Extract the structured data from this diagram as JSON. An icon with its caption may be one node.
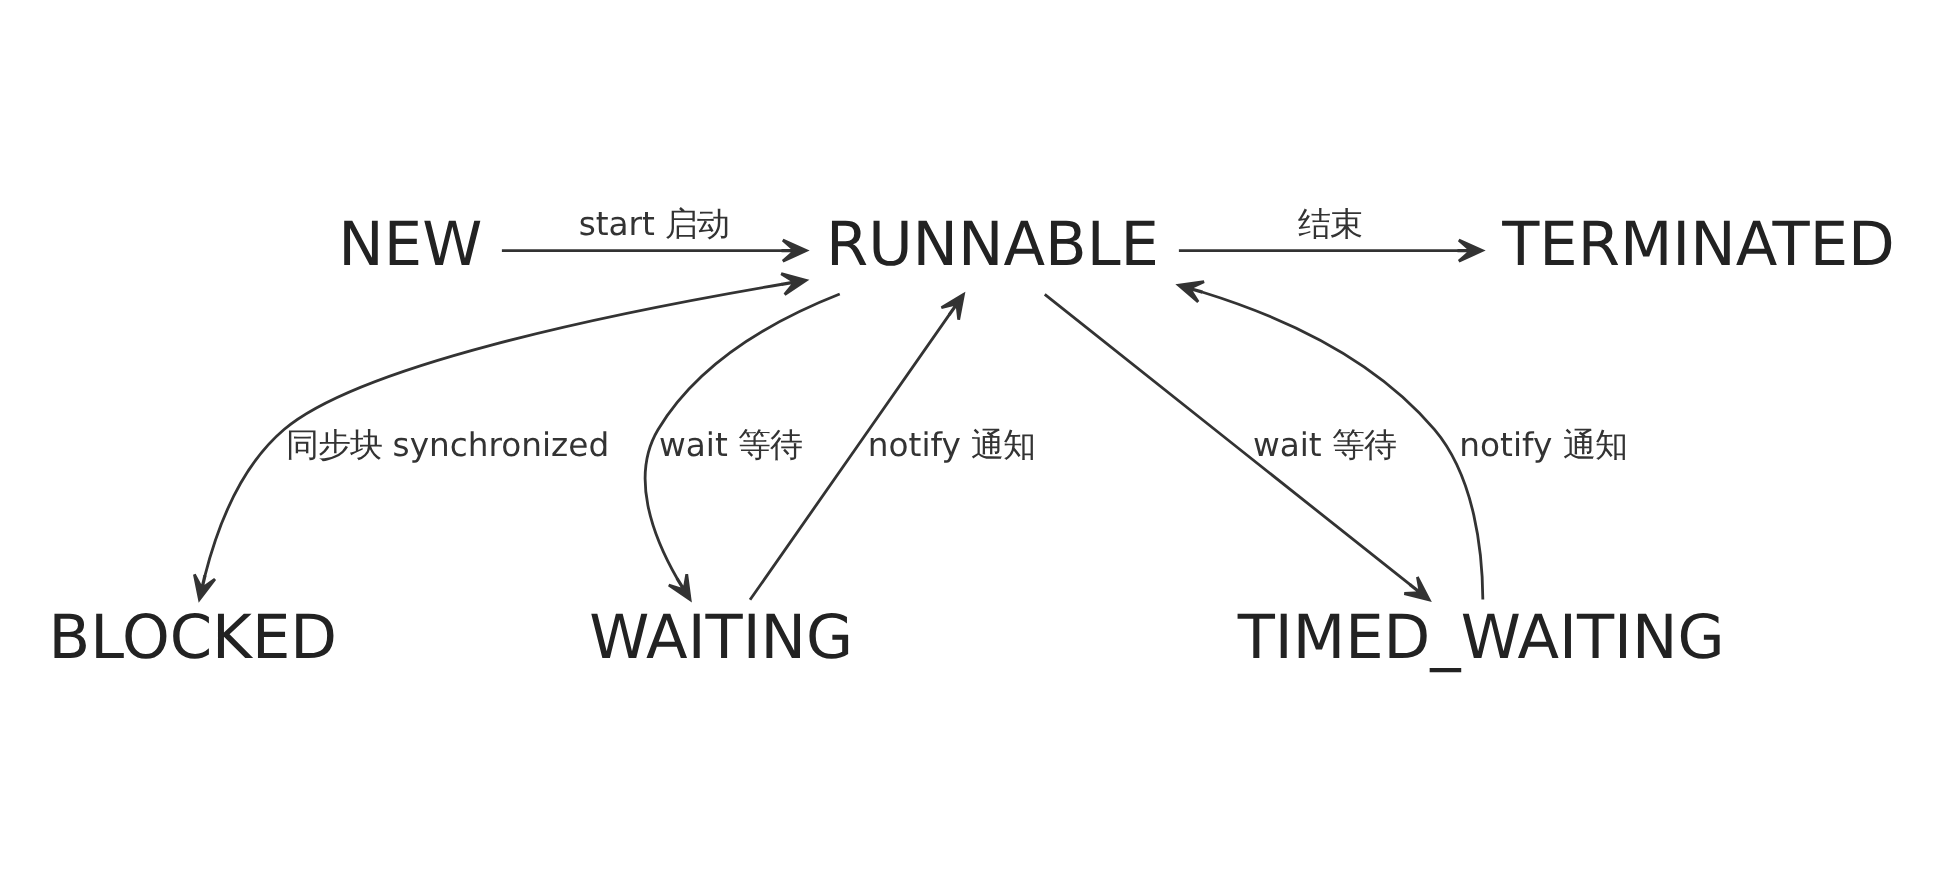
{
  "diagram": {
    "nodes": [
      {
        "text": [
          "NEW"
        ]
      },
      {
        "text": [
          "RUNNABLE"
        ]
      },
      {
        "text": [
          "TERMINATED"
        ]
      },
      {
        "text": [
          "BLOCKED"
        ]
      },
      {
        "text": [
          "WAITING"
        ]
      },
      {
        "text": [
          "TIMED_WAITING"
        ]
      }
    ],
    "edges": [
      {
        "from": 0,
        "to": 1,
        "arrow": "to",
        "label": "start 启动"
      },
      {
        "from": 1,
        "to": 2,
        "arrow": "to",
        "label": "结束"
      },
      {
        "from": 1,
        "to": 3,
        "arrow": "both",
        "label": "同步块 synchronized"
      },
      {
        "from": 1,
        "to": 4,
        "arrow": "to",
        "label": "wait 等待"
      },
      {
        "from": 4,
        "to": 1,
        "arrow": "to",
        "label": "notify 通知"
      },
      {
        "from": 1,
        "to": 5,
        "arrow": "to",
        "label": "wait 等待"
      },
      {
        "from": 5,
        "to": 1,
        "arrow": "to",
        "label": "notify 通知"
      }
    ]
  }
}
